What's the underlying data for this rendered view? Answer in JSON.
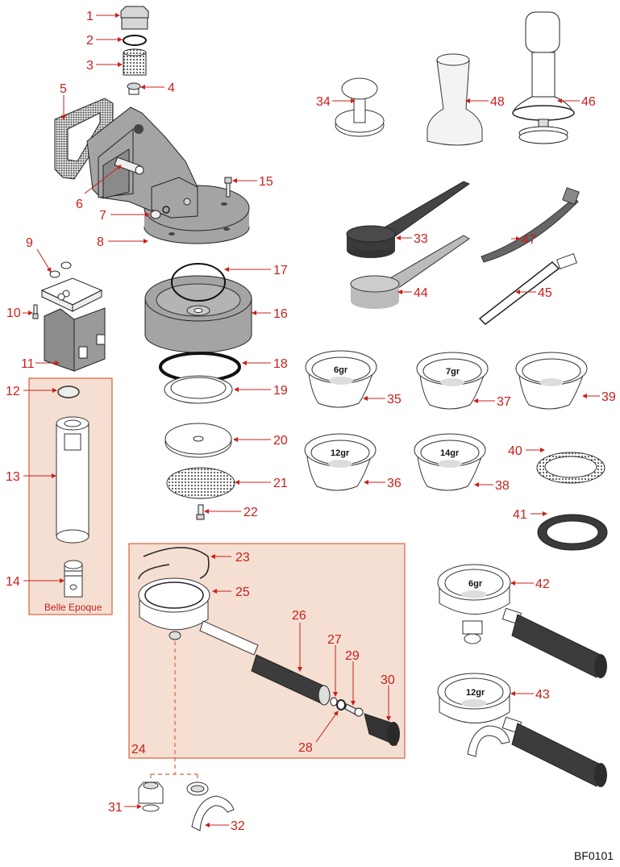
{
  "diagram": {
    "code": "BF0101",
    "group_caption": "Belle Epoque",
    "colors": {
      "label": "#c8201c",
      "group_fill": "#f4dfd2",
      "group_border": "#d9623c"
    },
    "parts": [
      {
        "num": "1",
        "name": "cap-nut"
      },
      {
        "num": "2",
        "name": "o-ring"
      },
      {
        "num": "3",
        "name": "mesh-filter"
      },
      {
        "num": "4",
        "name": "jet"
      },
      {
        "num": "5",
        "name": "gasket"
      },
      {
        "num": "6",
        "name": "bolt"
      },
      {
        "num": "7",
        "name": "screw"
      },
      {
        "num": "8",
        "name": "group-head-body"
      },
      {
        "num": "9",
        "name": "seals"
      },
      {
        "num": "10",
        "name": "screw"
      },
      {
        "num": "11",
        "name": "solenoid-coil"
      },
      {
        "num": "12",
        "name": "washer"
      },
      {
        "num": "13",
        "name": "tube"
      },
      {
        "num": "14",
        "name": "fitting"
      },
      {
        "num": "15",
        "name": "screw"
      },
      {
        "num": "16",
        "name": "group-bell"
      },
      {
        "num": "17",
        "name": "o-ring"
      },
      {
        "num": "18",
        "name": "gasket-ring"
      },
      {
        "num": "19",
        "name": "ring"
      },
      {
        "num": "20",
        "name": "diffuser"
      },
      {
        "num": "21",
        "name": "shower-screen"
      },
      {
        "num": "22",
        "name": "screw"
      },
      {
        "num": "23",
        "name": "spring-clip"
      },
      {
        "num": "24",
        "name": "portafilter-assembly"
      },
      {
        "num": "25",
        "name": "portafilter-body"
      },
      {
        "num": "26",
        "name": "handle"
      },
      {
        "num": "27",
        "name": "washer"
      },
      {
        "num": "28",
        "name": "washer"
      },
      {
        "num": "29",
        "name": "screw"
      },
      {
        "num": "30",
        "name": "handle-end-cap"
      },
      {
        "num": "31",
        "name": "single-spout"
      },
      {
        "num": "32",
        "name": "double-spout"
      },
      {
        "num": "33",
        "name": "dark-scoop"
      },
      {
        "num": "34",
        "name": "plastic-tamper"
      },
      {
        "num": "35",
        "name": "filter-basket"
      },
      {
        "num": "36",
        "name": "filter-basket"
      },
      {
        "num": "37",
        "name": "filter-basket"
      },
      {
        "num": "38",
        "name": "filter-basket"
      },
      {
        "num": "39",
        "name": "blind-basket"
      },
      {
        "num": "40",
        "name": "perforated-ring"
      },
      {
        "num": "41",
        "name": "rubber-ring"
      },
      {
        "num": "42",
        "name": "single-portafilter"
      },
      {
        "num": "43",
        "name": "double-portafilter"
      },
      {
        "num": "44",
        "name": "light-scoop"
      },
      {
        "num": "45",
        "name": "cleaning-tool"
      },
      {
        "num": "46",
        "name": "calibrated-tamper"
      },
      {
        "num": "47",
        "name": "group-brush"
      },
      {
        "num": "48",
        "name": "steel-tamper"
      }
    ],
    "basket_marks": {
      "b35": "6gr",
      "b37": "7gr",
      "b36": "12gr",
      "b38": "14gr",
      "p42": "6gr",
      "p43": "12gr"
    }
  }
}
